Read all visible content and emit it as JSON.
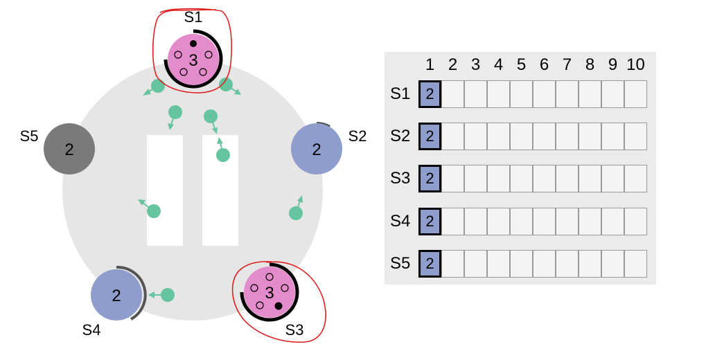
{
  "diagram": {
    "servers": [
      {
        "id": "S1",
        "label": "S1",
        "term": "3",
        "state": "leader",
        "color": "#e48ccb",
        "annotated": true
      },
      {
        "id": "S2",
        "label": "S2",
        "term": "2",
        "state": "follower",
        "color": "#8e9dcb",
        "annotated": false
      },
      {
        "id": "S3",
        "label": "S3",
        "term": "3",
        "state": "leader",
        "color": "#e48ccb",
        "annotated": true
      },
      {
        "id": "S4",
        "label": "S4",
        "term": "2",
        "state": "follower",
        "color": "#8e9dcb",
        "annotated": false
      },
      {
        "id": "S5",
        "label": "S5",
        "term": "2",
        "state": "stopped",
        "color": "#7a7a7a",
        "annotated": false
      }
    ],
    "message_color": "#66c59f",
    "annotation_color": "#e02020",
    "background_circle_color": "#e6e6e6"
  },
  "log_table": {
    "columns": [
      "1",
      "2",
      "3",
      "4",
      "5",
      "6",
      "7",
      "8",
      "9",
      "10"
    ],
    "rows": [
      {
        "label": "S1",
        "entries": [
          "2"
        ]
      },
      {
        "label": "S2",
        "entries": [
          "2"
        ]
      },
      {
        "label": "S3",
        "entries": [
          "2"
        ]
      },
      {
        "label": "S4",
        "entries": [
          "2"
        ]
      },
      {
        "label": "S5",
        "entries": [
          "2"
        ]
      }
    ],
    "entry_color": "#8e9dcb"
  }
}
